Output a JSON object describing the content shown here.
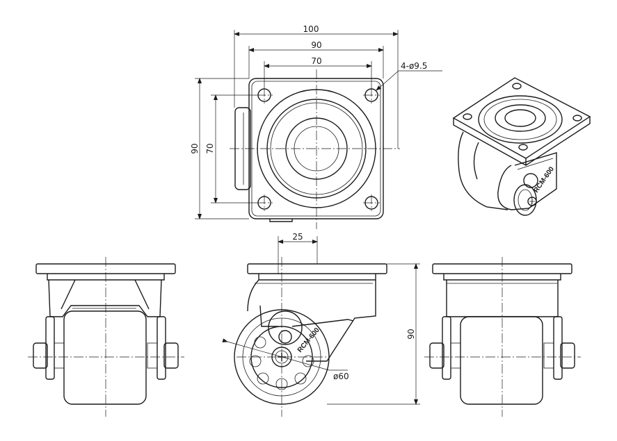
{
  "dimensions": {
    "top_width_outer": "100",
    "top_width_mid": "90",
    "top_width_inner": "70",
    "holes": "4-ø9.5",
    "top_height_outer": "90",
    "top_height_inner": "70",
    "offset": "25",
    "side_height": "90",
    "wheel_diameter": "ø60"
  },
  "label": {
    "model_side": "RCM-600",
    "model_iso": "RCM-600"
  }
}
